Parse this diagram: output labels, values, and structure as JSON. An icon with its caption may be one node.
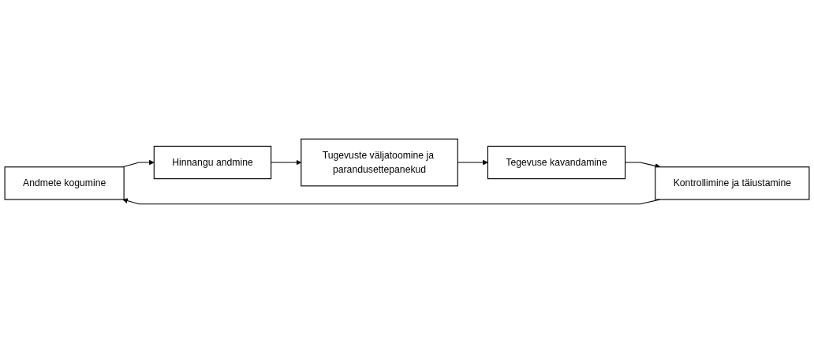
{
  "diagram": {
    "nodes": [
      {
        "text": [
          "Andmete kogumine"
        ]
      },
      {
        "text": [
          "Hinnangu andmine"
        ]
      },
      {
        "text": [
          "Tugevuste väljatoomine ja parandusettepanekud"
        ]
      },
      {
        "text": [
          "Tegevuse kavandamine"
        ]
      },
      {
        "text": [
          "Kontrollimine ja täiustamine"
        ]
      }
    ],
    "edges": [
      {
        "from": 0,
        "to": 1,
        "arrow": "to"
      },
      {
        "from": 1,
        "to": 2,
        "arrow": "to"
      },
      {
        "from": 2,
        "to": 3,
        "arrow": "to"
      },
      {
        "from": 3,
        "to": 4,
        "arrow": "to"
      },
      {
        "from": 4,
        "to": 0,
        "arrow": "to"
      }
    ]
  }
}
